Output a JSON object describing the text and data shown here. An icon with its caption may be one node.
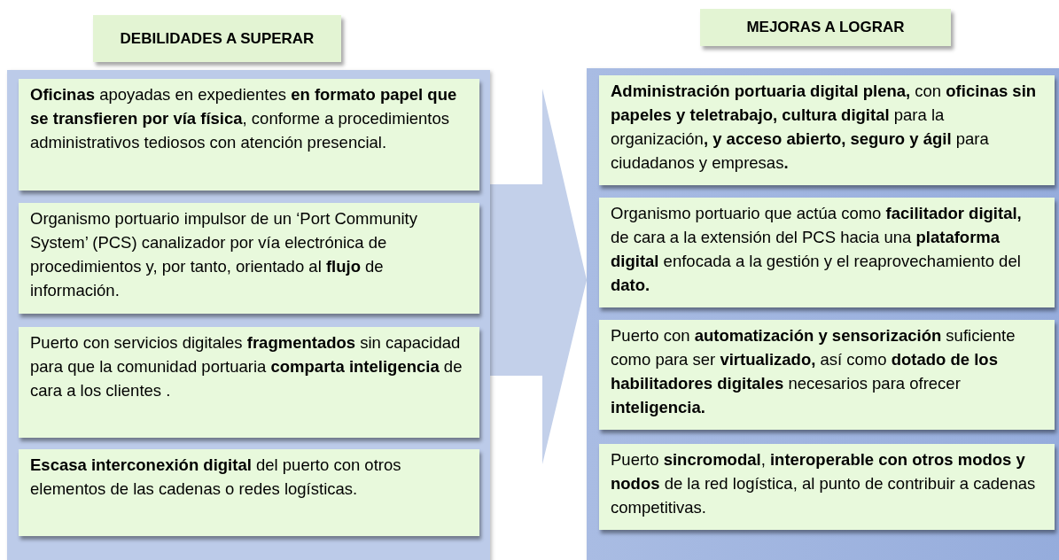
{
  "diagram": {
    "nodes": [
      {
        "text": [
          "DEBILIDADES A SUPERAR"
        ]
      },
      {
        "text": [
          "MEJORAS A LOGRAR"
        ]
      },
      {
        "text": [],
        "shape": "box"
      },
      {
        "text": [
          "**Oficinas** apoyadas en expedientes **en formato papel que se transfieren por vía física**, conforme a procedimientos administrativos tediosos con atención presencial."
        ],
        "in": 2
      },
      {
        "text": [
          "Organismo portuario impulsor de un ‘Port Community System’ (PCS) canalizador por vía electrónica de procedimientos y, por tanto, orientado al **flujo** de información."
        ],
        "in": 2
      },
      {
        "text": [
          "Puerto con servicios digitales **fragmentados** sin capacidad para que la comunidad portuaria **comparta inteligencia** de cara a los clientes ."
        ],
        "in": 2
      },
      {
        "text": [
          "**Escasa interconexión digital** del puerto con otros elementos de las cadenas o redes logísticas."
        ],
        "in": 2
      },
      {
        "text": [],
        "shape": "box"
      },
      {
        "text": [
          "**Administración portuaria digital plena,** con **oficinas sin papeles y teletrabajo, cultura digital** para la organización**, y acceso abierto, seguro y ágil** para ciudadanos y empresas**.**"
        ],
        "in": 7
      },
      {
        "text": [
          "Organismo portuario que actúa como **facilitador digital,** de cara a la extensión del PCS hacia una **plataforma digital** enfocada a la gestión y el reaprovechamiento del **dato.**"
        ],
        "in": 7
      },
      {
        "text": [
          "Puerto con **automatización y sensorización** suficiente como para ser **virtualizado,** así como **dotado de los habilitadores digitales** necesarios para ofrecer **inteligencia.**"
        ],
        "in": 7
      },
      {
        "text": [
          "Puerto **sincromodal**, **interoperable con otros modos y nodos** de la red logística, al punto de contribuir a cadenas competitivas."
        ],
        "in": 7
      }
    ],
    "edges": [
      {
        "from": 2,
        "to": 7,
        "arrow": "to"
      }
    ]
  }
}
